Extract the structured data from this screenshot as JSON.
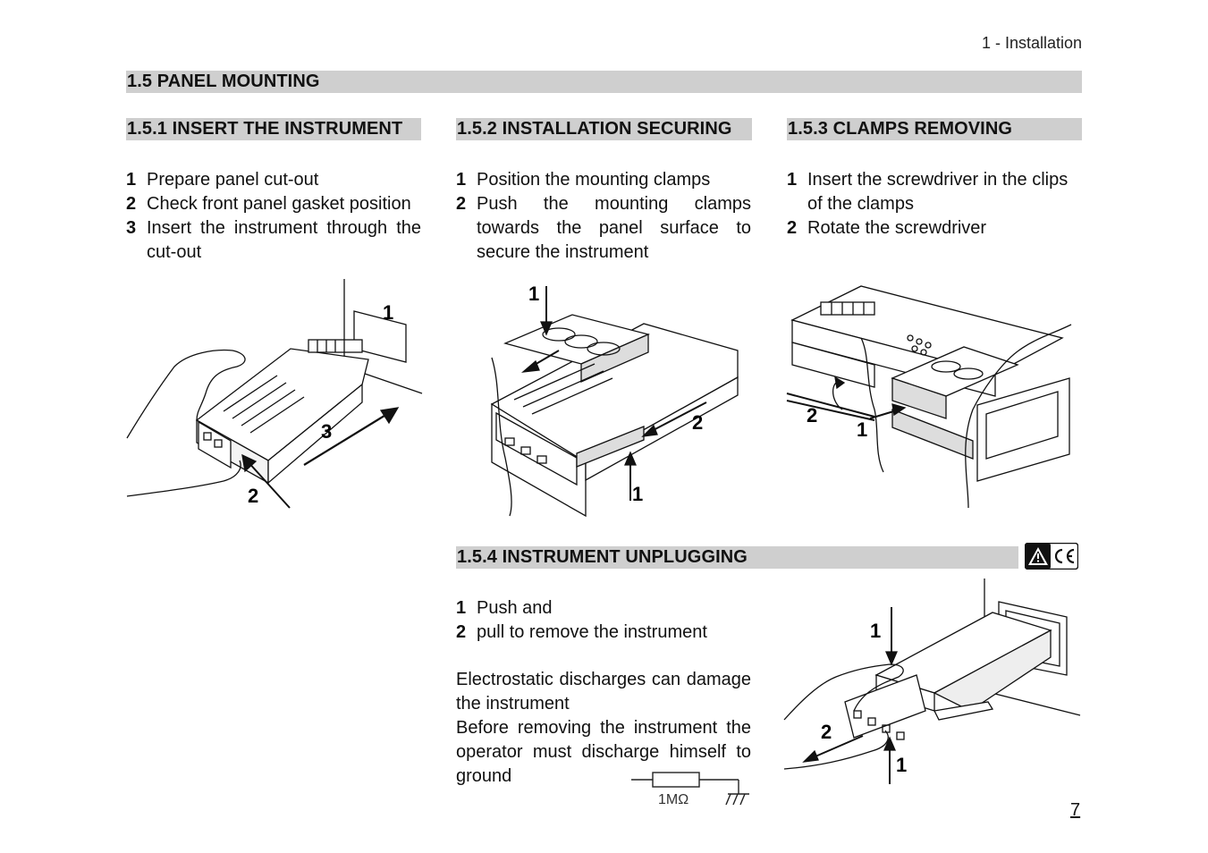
{
  "header": {
    "chapter": "1 - Installation"
  },
  "section": {
    "title": "1.5  PANEL MOUNTING"
  },
  "subsections": [
    {
      "title": "1.5.1  INSERT THE INSTRUMENT",
      "steps": [
        {
          "num": "1",
          "text": "Prepare panel cut-out"
        },
        {
          "num": "2",
          "text": "Check front panel gasket position"
        },
        {
          "num": "3",
          "text": "Insert the instrument through the cut-out"
        }
      ],
      "figure_labels": [
        "1",
        "2",
        "3"
      ]
    },
    {
      "title": "1.5.2  INSTALLATION SECURING",
      "steps": [
        {
          "num": "1",
          "text": "Position the mounting clamps"
        },
        {
          "num": "2",
          "text": "Push the mounting clamps towards the panel surface to secure the instrument"
        }
      ],
      "figure_labels": [
        "1",
        "2",
        "1"
      ]
    },
    {
      "title": "1.5.3  CLAMPS REMOVING",
      "steps": [
        {
          "num": "1",
          "text": "Insert the screwdriver in the clips of the clamps"
        },
        {
          "num": "2",
          "text": "Rotate the screwdriver"
        }
      ],
      "figure_labels": [
        "2",
        "1"
      ]
    },
    {
      "title": "1.5.4  INSTRUMENT UNPLUGGING",
      "steps": [
        {
          "num": "1",
          "text": "Push and"
        },
        {
          "num": "2",
          "text": "pull to remove the instrument"
        }
      ],
      "warning_text_1": "Electrostatic discharges can damage the instrument",
      "warning_text_2": "Before removing the instrument the operator must  discharge himself to ground",
      "resistor_label": "1MΩ",
      "figure_labels": [
        "1",
        "2",
        "1"
      ]
    }
  ],
  "footer": {
    "page_number": "7"
  },
  "icons": {
    "warning": "warning-triangle-icon",
    "ce": "ce-mark-icon"
  }
}
